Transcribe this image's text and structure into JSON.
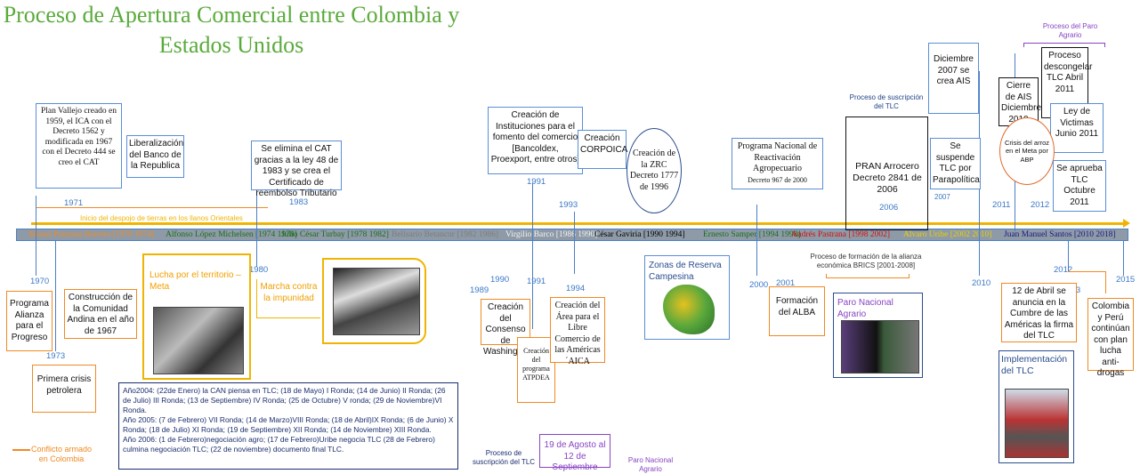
{
  "title": "Proceso de Apertura Comercial entre Colombia y Estados Unidos",
  "process_labels": {
    "paro_agrario": "Proceso del Paro Agrario",
    "suscripcion": "Proceso de suscripción del TLC",
    "brics": "Proceso de formación de la alianza económica BRICS [2001-2008]",
    "despojo": "Inicio del despojo de tierras en los llanos Orientales"
  },
  "presidents": [
    {
      "text": "Misael Pastrana Borrero [1970 1974]",
      "color": "#f08a24"
    },
    {
      "text": "Alfonso López Michelsen [1974 1978]",
      "color": "#1a6e1a"
    },
    {
      "text": "Julio César Turbay [1978 1982]",
      "color": "#1a6e1a"
    },
    {
      "text": "Belisario Betancur [1982 1986]",
      "color": "#7d7d7d"
    },
    {
      "text": "Virgilio Barco [1986 1990]",
      "color": "#f3f3f3"
    },
    {
      "text": "César Gaviria [1990 1994]",
      "color": "#000000"
    },
    {
      "text": "Ernesto Samper [1994 1998]",
      "color": "#1a6e1a"
    },
    {
      "text": "Andrés Pastrana [1998 2002]",
      "color": "#d01010"
    },
    {
      "text": "Alvaro Uribe [2002 2010]",
      "color": "#e8d000"
    },
    {
      "text": "Juan Manuel Santos [2010 2018]",
      "color": "#1a1a80"
    }
  ],
  "years": {
    "y1971": "1971",
    "y1983": "1983",
    "y1970": "1970",
    "y1973": "1973",
    "y1980": "1980",
    "y1991a": "1991",
    "y1993": "1993",
    "y1989": "1989",
    "y1990": "1990",
    "y1991b": "1991",
    "y1994": "1994",
    "y2000": "2000",
    "y2001": "2001",
    "y2006": "2006",
    "y2007": "2007",
    "y2010": "2010",
    "y2011": "2011",
    "y2012a": "2012",
    "y2012b": "2012",
    "y2013": "2013",
    "y2015": "2015"
  },
  "events_above": {
    "plan_vallejo": "Plan Vallejo creado en 1959, el ICA con el Decreto 1562 y modificada en 1967 con el Decreto 444 se creo el CAT",
    "liberalizacion": "Liberalización del Banco de la Republica",
    "cat": "Se elimina el CAT gracias a la ley 48 de 1983 y se crea el Certificado de reembolso Tributario",
    "instituciones": "Creación de Instituciones para el fomento del comercio [Bancoldex, Proexport, entre otros]",
    "corpoica": "Creación CORPOICA",
    "zrc": "Creación de la ZRC Decreto 1777 de 1996",
    "reactivacion": "Programa Nacional de Reactivación Agropecuario",
    "reactivacion_decreto": "Decreto 967 de 2000",
    "pran": "PRAN Arrocero Decreto 2841 de 2006",
    "parapolitica": "Se suspende TLC por Parapolítica",
    "ais": "Diciembre 2007 se crea AIS",
    "cierre_ais": "Cierre de AIS Diciembre 2010",
    "descongelar": "Proceso descongelar TLC Abril 2011",
    "victimas": "Ley de Victimas Junio 2011",
    "arroz": "Crisis del arroz en el Meta por ABP",
    "aprueba": "Se aprueba TLC Octubre 2011"
  },
  "events_below": {
    "alianza": "Programa Alianza para el Progreso",
    "comunidad_andina": "Construcción de la Comunidad Andina en el año de 1967",
    "crisis_petrolera": "Primera crisis petrolera",
    "lucha_meta": "Lucha por el territorio – Meta",
    "marcha": "Marcha contra la impunidad",
    "consenso": "Creación del Consenso de Washington",
    "atpdea": "Creación del programa ATPDEA",
    "alca": "Creación del Área para el Libre Comercio de las Américas ´AICA",
    "zonas_reserva": "Zonas de Reserva Campesina",
    "alba": "Formación del ALBA",
    "paro_nacional": "Paro Nacional Agrario",
    "cumbre": "12 de Abril se anuncia en la Cumbre de las Américas la firma del TLC",
    "peru": "Colombia y Perú continúan con plan lucha anti-drogas",
    "implementacion": "Implementación del TLC",
    "agosto": "19 de Agosto al 12 de Septiembre",
    "proceso_suscripcion_bottom": "Proceso de suscripción del TLC",
    "paro_bottom": "Paro Nacional Agrario"
  },
  "notes": {
    "anio2004": "Año2004: (22de Enero) la CAN piensa en TLC; (18 de Mayo) I Ronda; (14 de Junio) II Ronda; (26 de Julio) III Ronda; (13 de Septiembre) IV Ronda; (25 de Octubre) V ronda; (29 de Noviembre)VI Ronda.",
    "anio2005": "Año 2005: (7 de Febrero) VII Ronda; (14 de Marzo)VIII Ronda; (18 de Abril)IX Ronda; (6 de Junio) X Ronda; (18 de Julio) XI Ronda; (19 de Septiembre) XII Ronda; (14 de Noviembre) XIII Ronda.",
    "anio2006": "Año 2006: (1 de Febrero)negociación agro; (17 de Febrero)Uribe negocia TLC (28 de Febrero) culmina negociación TLC; (22 de noviembre) documento final TLC."
  },
  "legend": {
    "conflicto": "Conflicto armado en Colombia"
  },
  "colors": {
    "bar": "#8e9aa7",
    "accent_blue": "#4d7fc4",
    "orange": "#f08a24",
    "green_title": "#5aaa3c",
    "purple": "#8844c4",
    "yellow_line": "#f0b400"
  }
}
